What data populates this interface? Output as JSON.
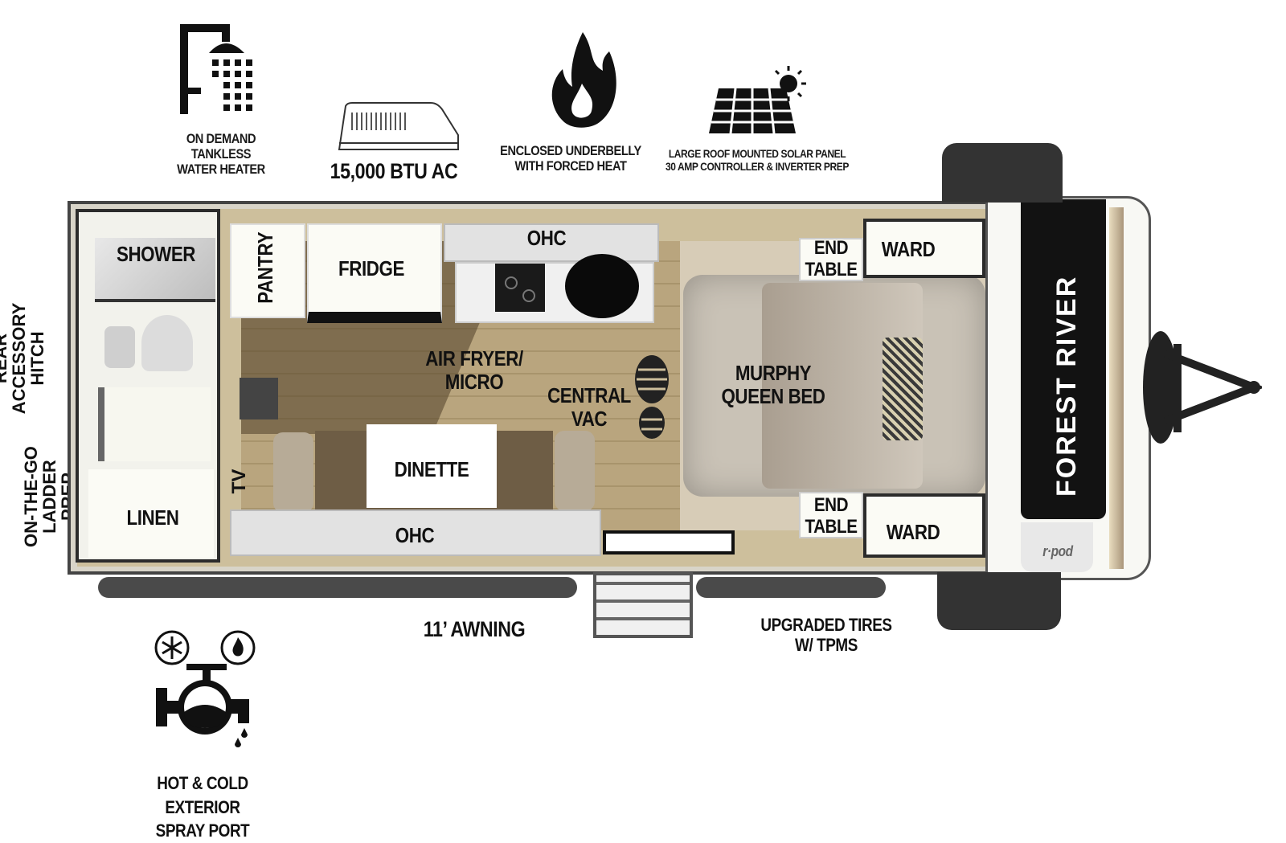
{
  "features": {
    "water_heater": "ON DEMAND\nTANKLESS\nWATER HEATER",
    "ac": "15,000 BTU AC",
    "underbelly": "ENCLOSED UNDERBELLY\nWITH FORCED HEAT",
    "solar": "LARGE ROOF MOUNTED SOLAR PANEL\n30 AMP CONTROLLER & INVERTER PREP",
    "spray_port": "HOT & COLD EXTERIOR\nSPRAY PORT",
    "awning": "11’ AWNING",
    "tires": "UPGRADED TIRES\nW/ TPMS",
    "rear_hitch": "REAR\nACCESSORY\nHITCH",
    "ladder_prep": "ON-THE-GO\nLADDER PREP"
  },
  "rooms": {
    "shower": "SHOWER",
    "linen": "LINEN",
    "pantry": "PANTRY",
    "fridge": "FRIDGE",
    "ohc_top": "OHC",
    "air_fryer": "AIR FRYER/\nMICRO",
    "central_vac": "CENTRAL\nVAC",
    "murphy_bed": "MURPHY\nQUEEN BED",
    "end_table_top": "END\nTABLE",
    "ward_top": "WARD",
    "end_table_bottom": "END\nTABLE",
    "ward_bottom": "WARD",
    "tv": "TV",
    "dinette": "DINETTE",
    "ohc_bottom": "OHC"
  },
  "brand": {
    "name": "FOREST RIVER",
    "model": "r·pod"
  },
  "colors": {
    "wall": "#2b2b2b",
    "floor_light": "#cdbf9c",
    "floor_dark": "#6e5d45",
    "cabinet": "#fbfbf5",
    "cushion": "#c9c2b6"
  }
}
